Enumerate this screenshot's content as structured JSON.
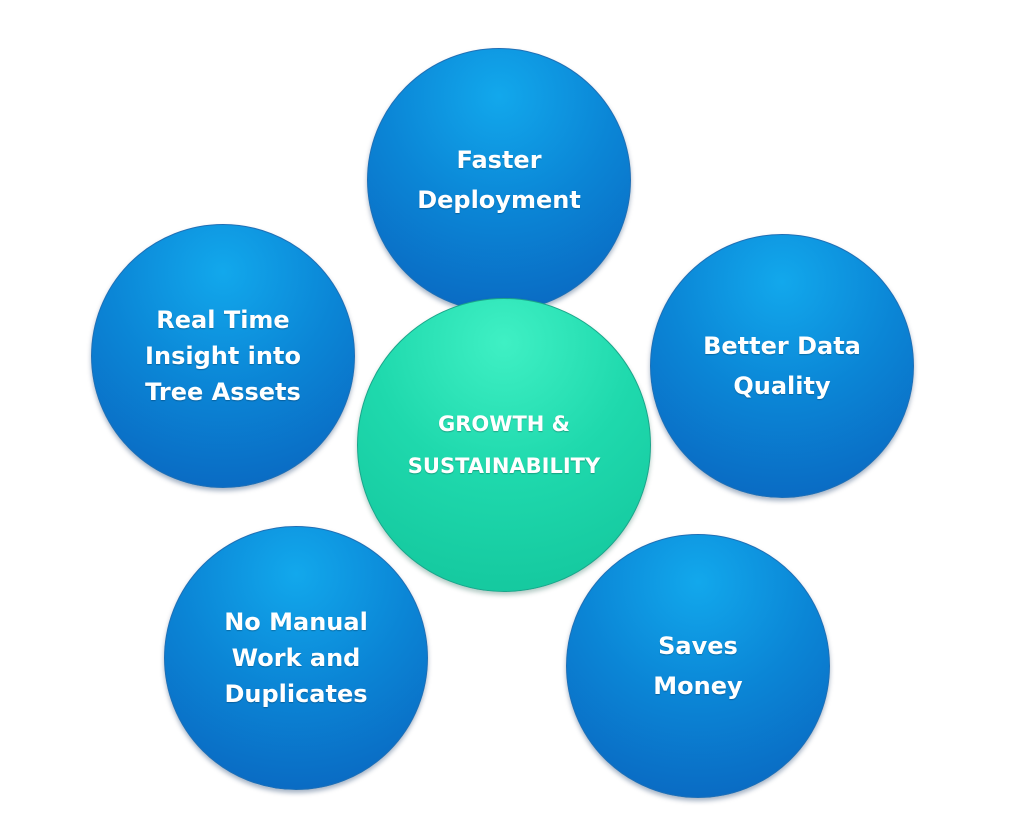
{
  "center": {
    "label": "GROWTH &\nSUSTAINABILITY",
    "color": "#1fd9ad"
  },
  "benefits": {
    "top": "Faster\nDeployment",
    "left": "Real Time\nInsight into\nTree Assets",
    "right": "Better Data\nQuality",
    "bottom_left": "No Manual\nWork and\nDuplicates",
    "bottom_right": "Saves\nMoney",
    "color": "#0b86d6"
  }
}
